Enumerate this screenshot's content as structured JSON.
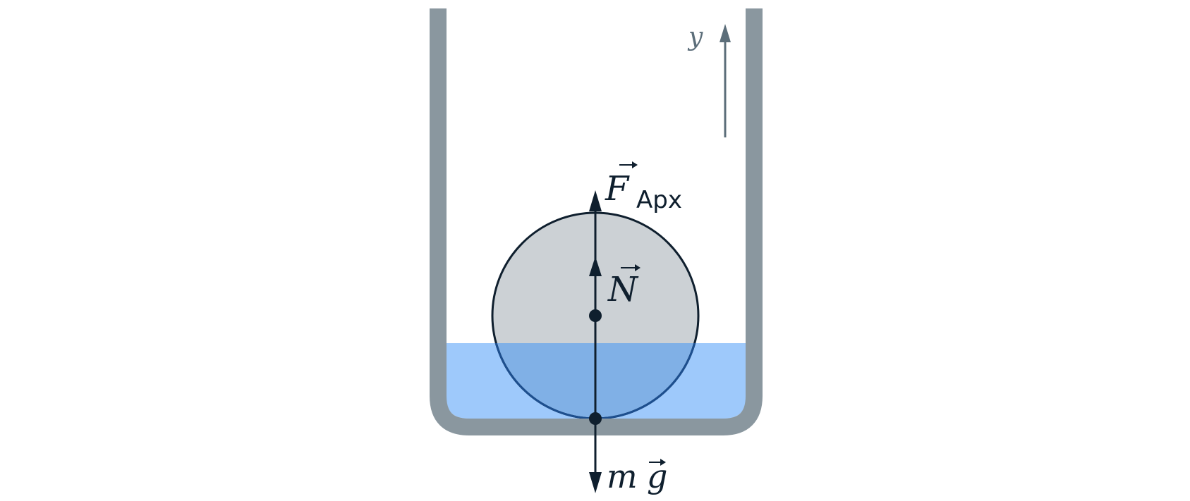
{
  "diagram": {
    "axis": {
      "label": "y"
    },
    "forces": {
      "buoyancy": {
        "symbol": "F",
        "subscript": "Арх"
      },
      "normal": {
        "symbol": "N"
      },
      "gravity": {
        "mass": "m",
        "symbol": "g"
      }
    },
    "colors": {
      "vessel": "#8a979f",
      "water": "#9ec9fb",
      "ball": "#ccd1d5",
      "ball_submerged": "#80b0e6",
      "ink": "#0f1f2e",
      "axis": "#5c6e7a"
    }
  }
}
